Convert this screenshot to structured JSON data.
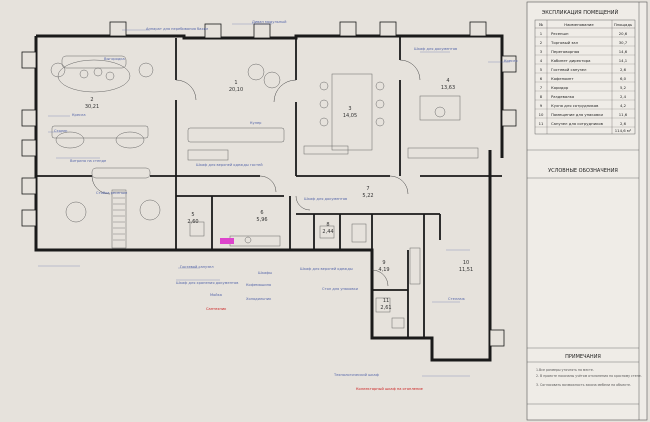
{
  "explication": {
    "title": "ЭКСПЛИКАЦИЯ ПОМЕЩЕНИЙ",
    "col_num": "№",
    "col_name": "Наименование",
    "col_area": "Площадь",
    "rows": [
      {
        "num": "1",
        "name": "Ресепшн",
        "area": "20,6"
      },
      {
        "num": "2",
        "name": "Торговый зал",
        "area": "30,7"
      },
      {
        "num": "3",
        "name": "Переговорная",
        "area": "14,6"
      },
      {
        "num": "4",
        "name": "Кабинет директора",
        "area": "14,1"
      },
      {
        "num": "5",
        "name": "Гостевой санузел",
        "area": "2,6"
      },
      {
        "num": "6",
        "name": "Кофепоинт",
        "area": "6,0"
      },
      {
        "num": "7",
        "name": "Коридор",
        "area": "5,2"
      },
      {
        "num": "8",
        "name": "Раздевалка",
        "area": "2,4"
      },
      {
        "num": "9",
        "name": "Кухня для сотрудников",
        "area": "4,2"
      },
      {
        "num": "10",
        "name": "Помещение для упаковки",
        "area": "11,6"
      },
      {
        "num": "11",
        "name": "Санузел для сотрудников",
        "area": "2,6"
      }
    ],
    "total": "114,6 м²"
  },
  "legend": {
    "title": "УСЛОВНЫЕ ОБОЗНАЧЕНИЯ"
  },
  "notes": {
    "title": "ПРИМЕЧАНИЯ",
    "items": [
      "1.Все размеры уточнять на месте.",
      "2. В проекте показаны учётом отклонения по красному стене.",
      "3. Согласовать возможность заказа мебели на объекте."
    ]
  },
  "rooms": [
    {
      "num": "1",
      "area": "20,10"
    },
    {
      "num": "2",
      "area": "30,21"
    },
    {
      "num": "3",
      "area": "14,05"
    },
    {
      "num": "4",
      "area": "13,63"
    },
    {
      "num": "5",
      "area": "2,60"
    },
    {
      "num": "6",
      "area": "5,96"
    },
    {
      "num": "7",
      "area": "5,22"
    },
    {
      "num": "8",
      "area": "2,44"
    },
    {
      "num": "9",
      "area": "4,19"
    },
    {
      "num": "10",
      "area": "11,51"
    },
    {
      "num": "11",
      "area": "2,61"
    }
  ],
  "annotations": {
    "top_1": "Аппарат для перебивания бахил",
    "top_2": "Диван модульный",
    "top_3": "Шкаф для документов",
    "top_4": "Кресло",
    "left_1": "Выгородка",
    "left_2": "Кресла",
    "left_3": "Столик",
    "left_4": "Витрина на стенде",
    "left_5": "Стойка ресепшн",
    "mid_1": "Шкаф для верхней одежды гостей",
    "mid_2": "Шкаф для документов",
    "mid_3": "Кулер",
    "bottom_1": "Гостевой санузел",
    "bottom_2": "Шкаф для хранения документов",
    "bottom_3": "Мойка",
    "bottom_4": "Шкафы",
    "bottom_5": "Сантехник",
    "bottom_6": "Кофемашина",
    "bottom_7": "Холодильник",
    "bottom_8": "Шкаф для верхней одежды",
    "bottom_9": "Стол для упаковки",
    "bottom_10": "Стеллаж",
    "bottom_11": "Технологический шкаф",
    "bottom_red": "Коллекторный шкаф на отопление"
  },
  "colors": {
    "wall": "#1a1a1a",
    "annotation": "#5566aa",
    "accent": "#cc2222",
    "highlight": "#dd44cc"
  }
}
